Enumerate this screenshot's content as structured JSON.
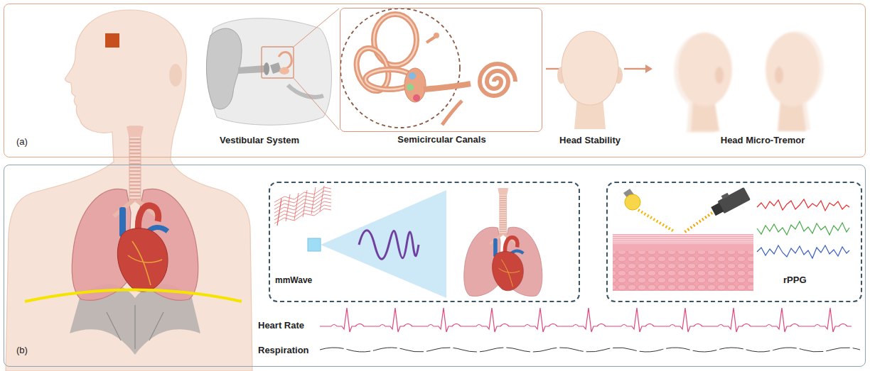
{
  "diagram": {
    "nodes": [
      {
        "text": [
          "(a)"
        ]
      },
      {
        "text": [
          "Semicircular Canals"
        ],
        "in": 0
      },
      {
        "text": [
          "(b)"
        ]
      },
      {
        "text": [
          "mmWave"
        ],
        "in": 2
      },
      {
        "text": [
          "rPPG"
        ],
        "in": 2
      }
    ],
    "labels": [
      "Vestibular System",
      "Head Stability",
      "Head Micro-Tremor",
      "Heart Rate",
      "Respiration"
    ]
  }
}
